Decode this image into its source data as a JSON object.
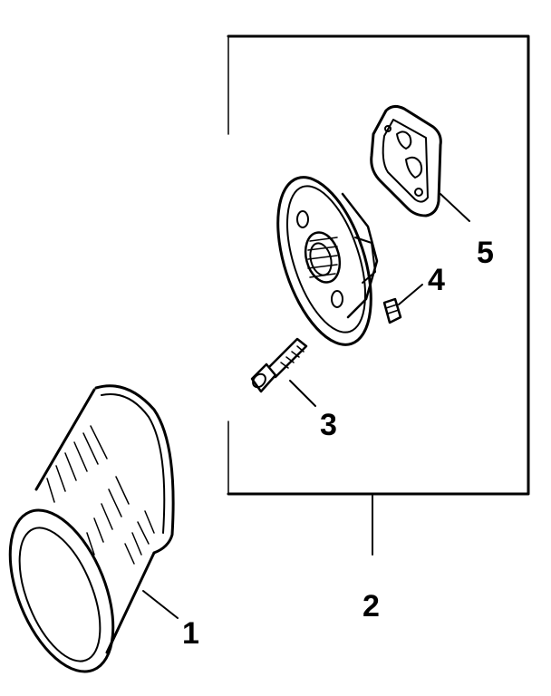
{
  "diagram": {
    "callouts": {
      "filter": "1",
      "adapter_assembly": "2",
      "bolt": "3",
      "plug": "4",
      "gasket": "5"
    },
    "colors": {
      "ink": "#000000",
      "background": "#ffffff"
    }
  }
}
